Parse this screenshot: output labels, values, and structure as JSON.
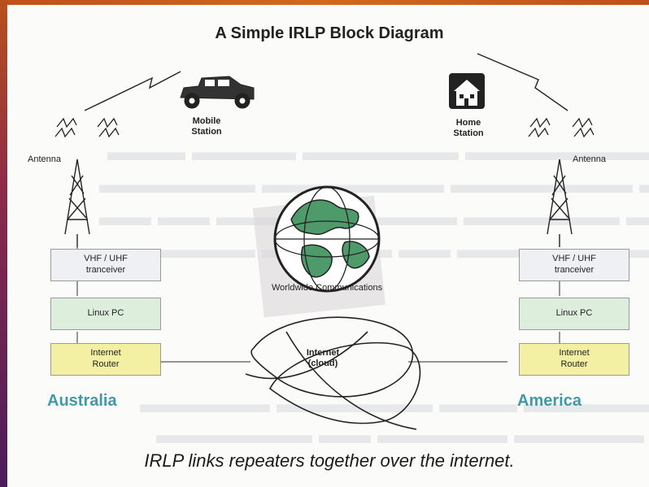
{
  "title": "A Simple IRLP Block Diagram",
  "caption": "IRLP links repeaters together over the internet.",
  "left": {
    "antenna_label": "Antenna",
    "radio": "VHF / UHF\ntranceiver",
    "pc": "Linux PC",
    "router": "Internet\nRouter",
    "region": "Australia"
  },
  "right": {
    "antenna_label": "Antenna",
    "radio": "VHF / UHF\ntranceiver",
    "pc": "Linux PC",
    "router": "Internet\nRouter",
    "region": "America"
  },
  "mobile_station": "Mobile\nStation",
  "home_station": "Home\nStation",
  "globe_label": "Worldwide Communications",
  "cloud_label": "Internet\n(cloud)",
  "colors": {
    "region": "#3f9aa6",
    "pc_box": "#ddeedd",
    "router_box": "#f3f0a4",
    "radio_box": "#eef0f3",
    "globe_land": "#4f9a6a"
  }
}
